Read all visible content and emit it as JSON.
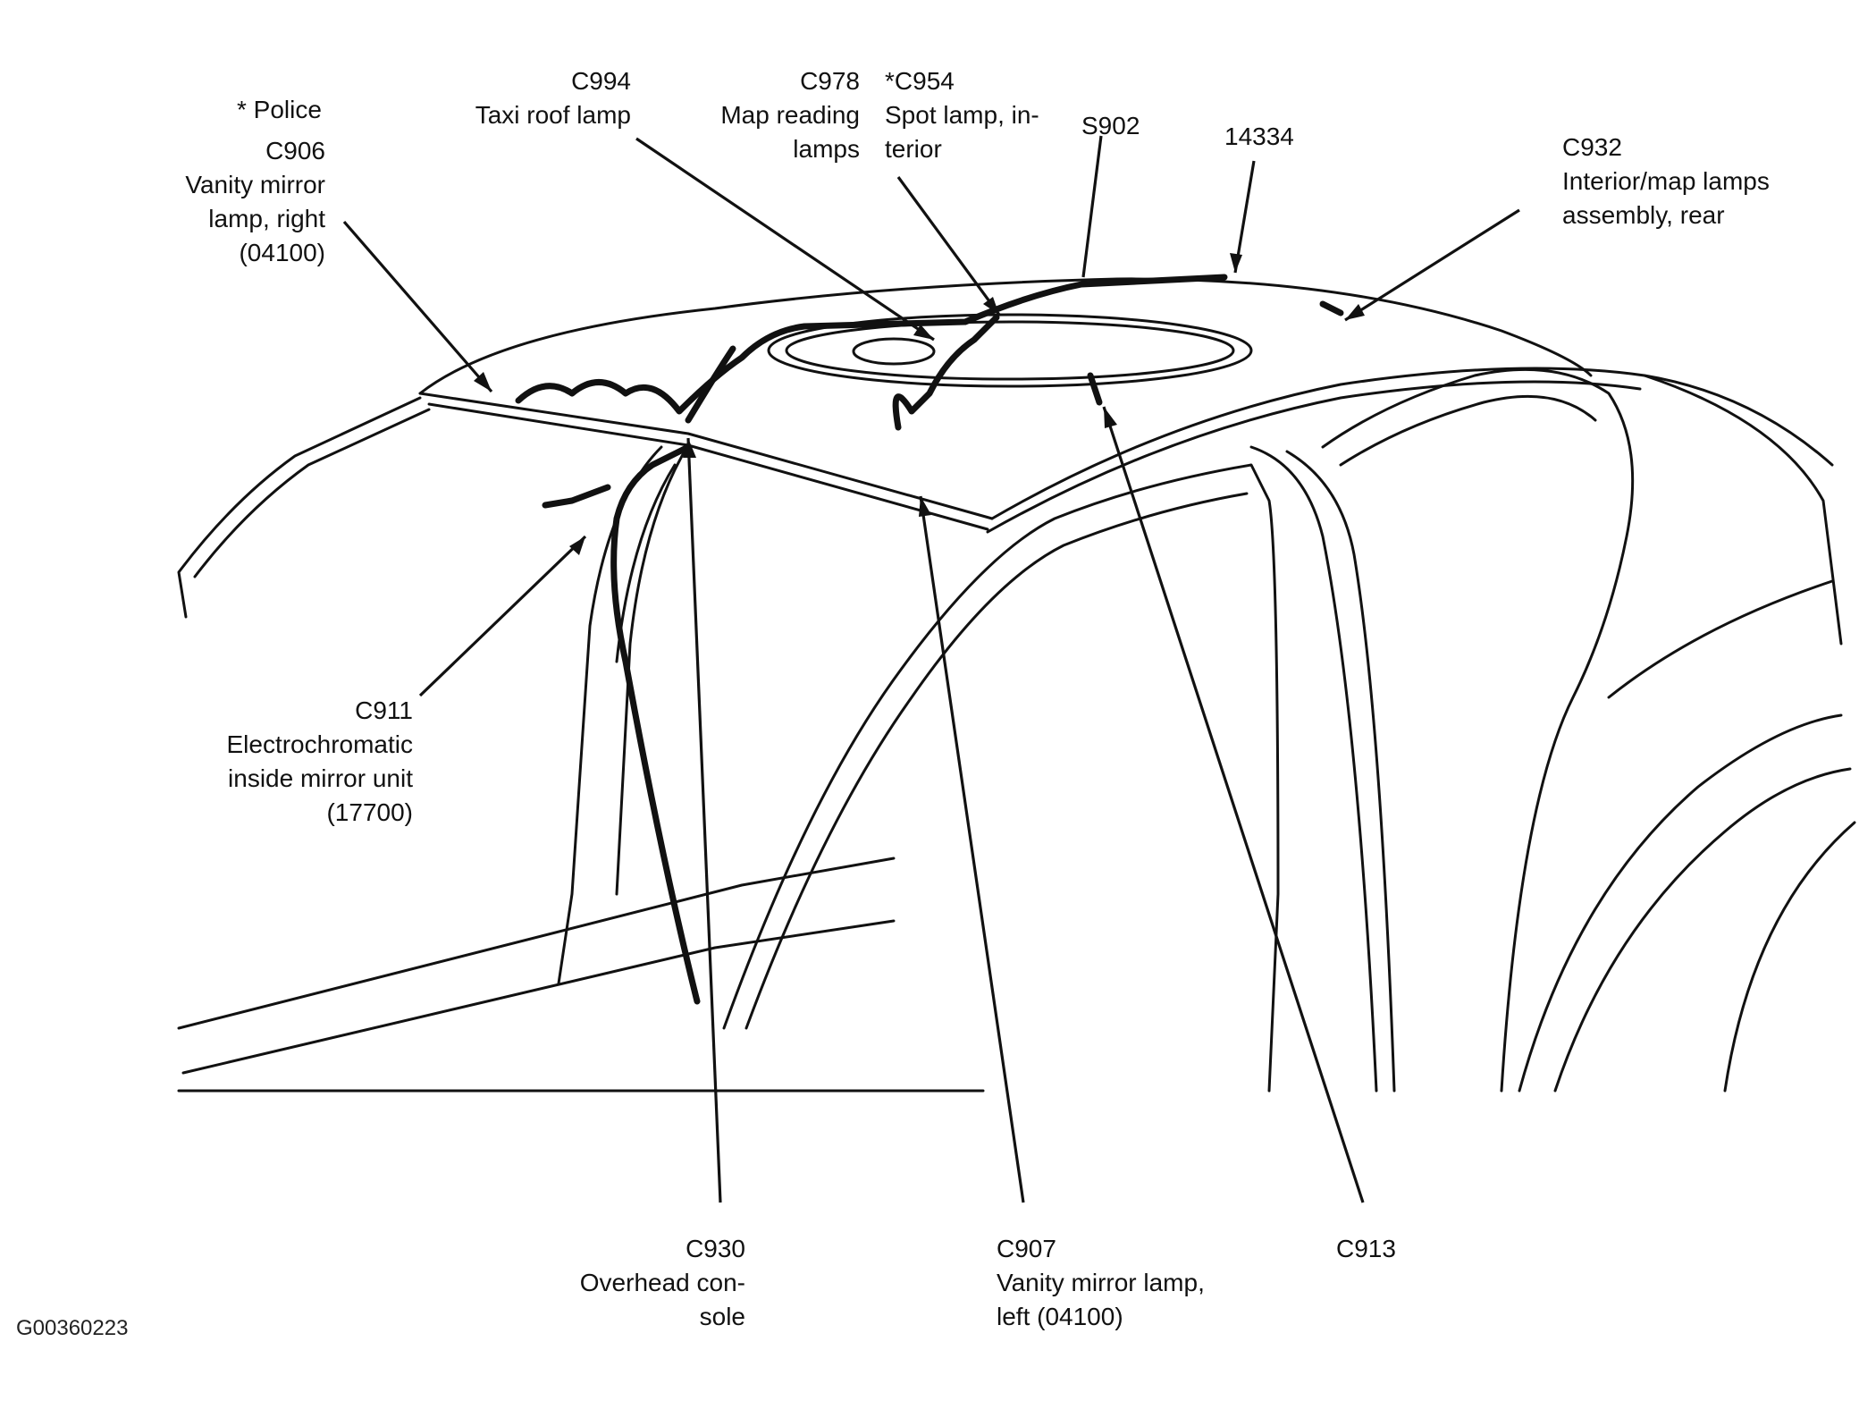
{
  "callouts": {
    "police_note": [
      "*  Police"
    ],
    "c906": [
      "C906",
      "Vanity mirror",
      "lamp, right",
      "(04100)"
    ],
    "c994": [
      "C994",
      "Taxi roof lamp"
    ],
    "c978": [
      "C978",
      "Map reading",
      "lamps"
    ],
    "c954": [
      "*C954",
      "Spot lamp, in-",
      "terior"
    ],
    "s902": [
      "S902"
    ],
    "p14334": [
      "14334"
    ],
    "c932": [
      "C932",
      "Interior/map lamps",
      "assembly, rear"
    ],
    "c911": [
      "C911",
      "Electrochromatic",
      "inside mirror unit",
      "(17700)"
    ],
    "c930": [
      "C930",
      "Overhead con-",
      "sole"
    ],
    "c907": [
      "C907",
      "Vanity mirror lamp,",
      "left (04100)"
    ],
    "c913": [
      "C913"
    ]
  },
  "figure_id": "G00360223"
}
